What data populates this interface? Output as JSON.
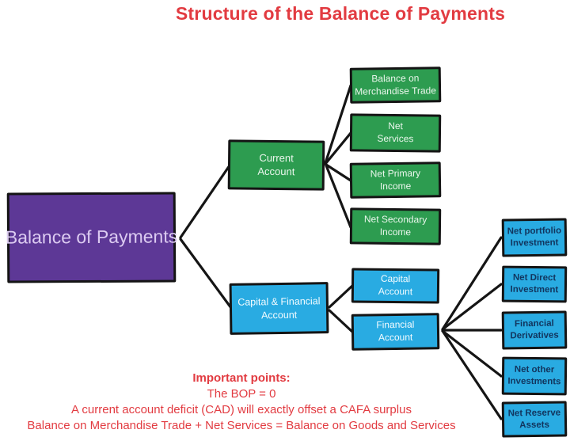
{
  "title": "Structure of the Balance of Payments",
  "colors": {
    "red": "#e23b41",
    "green": "#2d9c50",
    "blue": "#29abe2",
    "purple": "#5d3896",
    "navy": "#12355e",
    "line": "#151515"
  },
  "root": {
    "label": "Balance of Payments"
  },
  "level1": [
    {
      "label": "Current Account"
    },
    {
      "label": "Capital & Financial Account"
    }
  ],
  "current_account_children": [
    "Balance on Merchandise Trade",
    "Net Services",
    "Net Primary Income",
    "Net Secondary Income"
  ],
  "capital_financial_children": [
    "Capital Account",
    "Financial Account"
  ],
  "financial_account_children": [
    "Net portfolio Investment",
    "Net Direct Investment",
    "Financial Derivatives",
    "Net other Investments",
    "Net Reserve Assets"
  ],
  "notes": {
    "heading": "Important points:",
    "lines": [
      "The BOP = 0",
      "A current account deficit (CAD) will exactly offset a CAFA surplus",
      "Balance on Merchandise Trade + Net Services = Balance on Goods and Services"
    ]
  }
}
